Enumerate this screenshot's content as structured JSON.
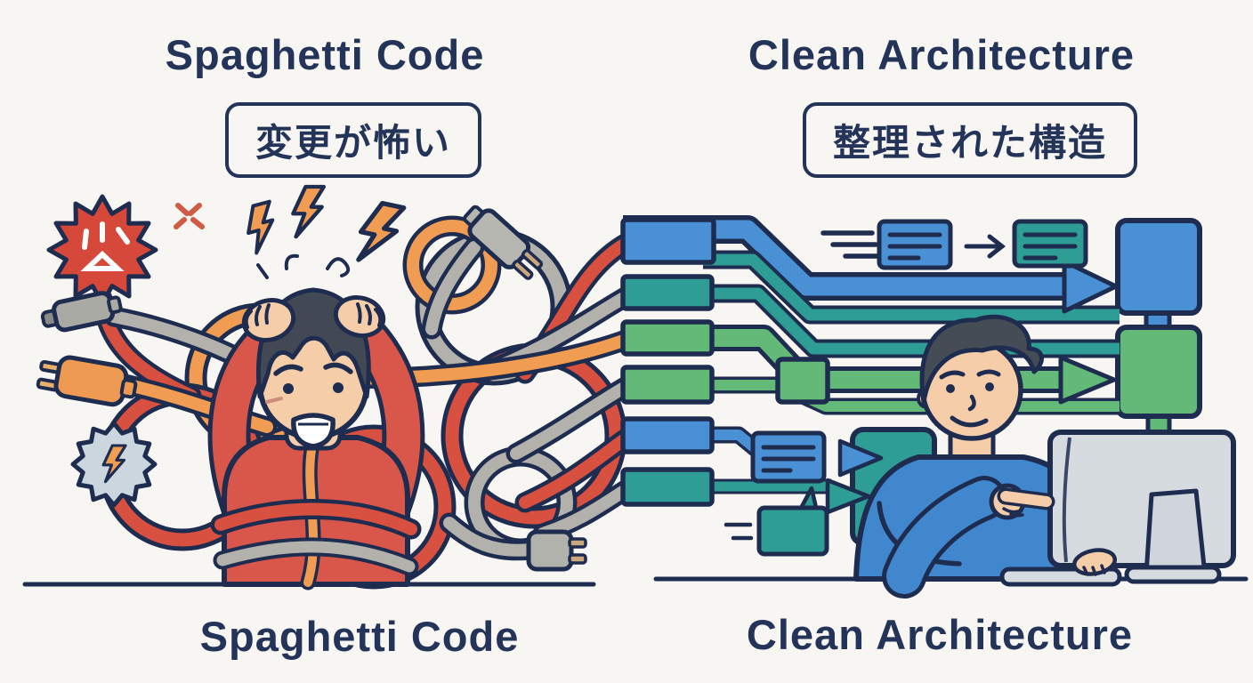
{
  "left_panel": {
    "title": "Spaghetti Code",
    "badge": "変更が怖い",
    "caption": "Spaghetti Code",
    "scene": "frustrated developer tangled in messy cables",
    "icons": [
      "angry-burst-icon",
      "spark-cross-icon",
      "lightning-bolt-icon",
      "power-plug-icon",
      "overload-gear-icon",
      "tangled-wire-icon"
    ]
  },
  "right_panel": {
    "title": "Clean Architecture",
    "badge": "整理された構造",
    "caption": "Clean Architecture",
    "scene": "happy developer at computer with organized data flows",
    "icons": [
      "module-block-icon",
      "flow-pipe-icon",
      "flow-arrow-icon",
      "document-card-icon",
      "speech-bubble-icon",
      "speed-lines-icon",
      "component-stack-icon",
      "monitor-icon",
      "keyboard-icon"
    ]
  },
  "colors": {
    "background": "#f8f6f2",
    "outline_navy": "#1e2c50",
    "text_navy": "#243358",
    "wire_red": "#d8503f",
    "wire_orange": "#f09c52",
    "wire_gray": "#b3b1ac",
    "block_blue": "#4a90d4",
    "block_teal": "#2d9d95",
    "block_green": "#62b978",
    "skin": "#f6cda9",
    "shirt_red": "#d9564a",
    "shirt_blue": "#4187ce",
    "monitor_gray": "#d6dbe0",
    "gear_gray": "#ccd6de"
  }
}
